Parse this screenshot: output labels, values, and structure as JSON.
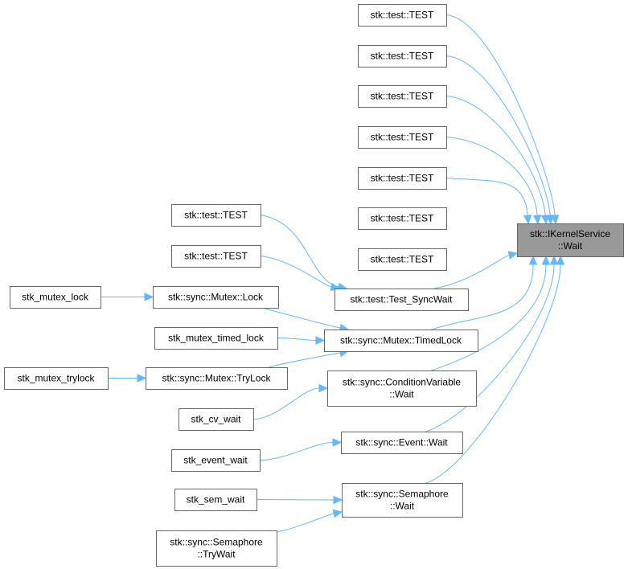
{
  "diagram": {
    "type": "call-graph",
    "colors": {
      "edge": "#63b8ff",
      "root_fill": "#999999",
      "node_border": "#666666"
    },
    "nodes": {
      "root": {
        "lines": [
          "stk::IKernelService",
          "::Wait"
        ]
      },
      "t1": {
        "lines": [
          "stk::test::TEST"
        ]
      },
      "t2": {
        "lines": [
          "stk::test::TEST"
        ]
      },
      "t3": {
        "lines": [
          "stk::test::TEST"
        ]
      },
      "t4": {
        "lines": [
          "stk::test::TEST"
        ]
      },
      "t5": {
        "lines": [
          "stk::test::TEST"
        ]
      },
      "t6": {
        "lines": [
          "stk::test::TEST"
        ]
      },
      "t7": {
        "lines": [
          "stk::test::TEST"
        ]
      },
      "syncwait": {
        "lines": [
          "stk::test::Test_SyncWait"
        ]
      },
      "timedlock": {
        "lines": [
          "stk::sync::Mutex::TimedLock"
        ]
      },
      "cvwait": {
        "lines": [
          "stk::sync::ConditionVariable",
          "::Wait"
        ]
      },
      "evwait": {
        "lines": [
          "stk::sync::Event::Wait"
        ]
      },
      "semwait": {
        "lines": [
          "stk::sync::Semaphore",
          "::Wait"
        ]
      },
      "lt1": {
        "lines": [
          "stk::test::TEST"
        ]
      },
      "lt2": {
        "lines": [
          "stk::test::TEST"
        ]
      },
      "lock": {
        "lines": [
          "stk::sync::Mutex::Lock"
        ]
      },
      "tmlock": {
        "lines": [
          "stk_mutex_timed_lock"
        ]
      },
      "trylock": {
        "lines": [
          "stk::sync::Mutex::TryLock"
        ]
      },
      "cvw": {
        "lines": [
          "stk_cv_wait"
        ]
      },
      "evw": {
        "lines": [
          "stk_event_wait"
        ]
      },
      "semw": {
        "lines": [
          "stk_sem_wait"
        ]
      },
      "trywait": {
        "lines": [
          "stk::sync::Semaphore",
          "::TryWait"
        ]
      },
      "mlock": {
        "lines": [
          "stk_mutex_lock"
        ]
      },
      "mtry": {
        "lines": [
          "stk_mutex_trylock"
        ]
      }
    },
    "edges": [
      [
        "t1",
        "root"
      ],
      [
        "t2",
        "root"
      ],
      [
        "t3",
        "root"
      ],
      [
        "t4",
        "root"
      ],
      [
        "t5",
        "root"
      ],
      [
        "t6",
        "root"
      ],
      [
        "t7",
        "root"
      ],
      [
        "syncwait",
        "root"
      ],
      [
        "timedlock",
        "root"
      ],
      [
        "cvwait",
        "root"
      ],
      [
        "evwait",
        "root"
      ],
      [
        "semwait",
        "root"
      ],
      [
        "lt1",
        "syncwait"
      ],
      [
        "lt2",
        "syncwait"
      ],
      [
        "lock",
        "timedlock"
      ],
      [
        "tmlock",
        "timedlock"
      ],
      [
        "trylock",
        "timedlock"
      ],
      [
        "mlock",
        "lock"
      ],
      [
        "mtry",
        "trylock"
      ],
      [
        "cvw",
        "cvwait"
      ],
      [
        "evw",
        "evwait"
      ],
      [
        "semw",
        "semwait"
      ],
      [
        "trywait",
        "semwait"
      ]
    ]
  }
}
